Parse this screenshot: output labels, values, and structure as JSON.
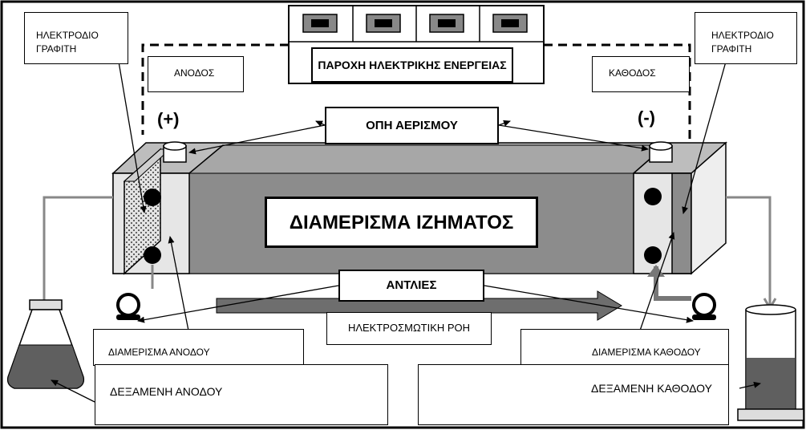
{
  "labels": {
    "electrode_left": "ΗΛΕΚΤΡΟΔΙΟ ΓΡΑΦΙΤΗ",
    "electrode_right": "ΗΛΕΚΤΡΟΔΙΟ ΓΡΑΦΙΤΗ",
    "anode": "ΑΝΟΔΟΣ",
    "cathode": "ΚΑΘΟΔΟΣ",
    "power_supply": "ΠΑΡΟΧΗ ΗΛΕΚΤΡΙΚΗΣ ΕΝΕΡΓΕΙΑΣ",
    "plus": "(+)",
    "minus": "(-)",
    "vent": "ΟΠΗ ΑΕΡΙΣΜΟΥ",
    "sediment_compartment": "ΔΙΑΜΕΡΙΣΜΑ ΙΖΗΜΑΤΟΣ",
    "pumps": "ΑΝΤΛΙΕΣ",
    "electroosmotic_flow": "ΗΛΕΚΤΡΟΣΜΩΤΙΚΗ ΡΟΗ",
    "anode_compartment": "ΔΙΑΜΕΡΙΣΜΑ ΑΝΟΔΟΥ",
    "cathode_compartment": "ΔΙΑΜΕΡΙΣΜΑ ΚΑΘΟΔΟΥ",
    "anode_reservoir": "ΔΕΞΑΜΕΝΗ ΑΝΟΔΟΥ",
    "cathode_reservoir": "ΔΕΞΑΜΕΝΗ ΚΑΘΟΔΟΥ"
  },
  "colors": {
    "sediment": "#8c8c8c",
    "compartment": "#d6d6d6",
    "liquid": "#5f5f5f",
    "flow_arrow": "#6e6e6e"
  }
}
